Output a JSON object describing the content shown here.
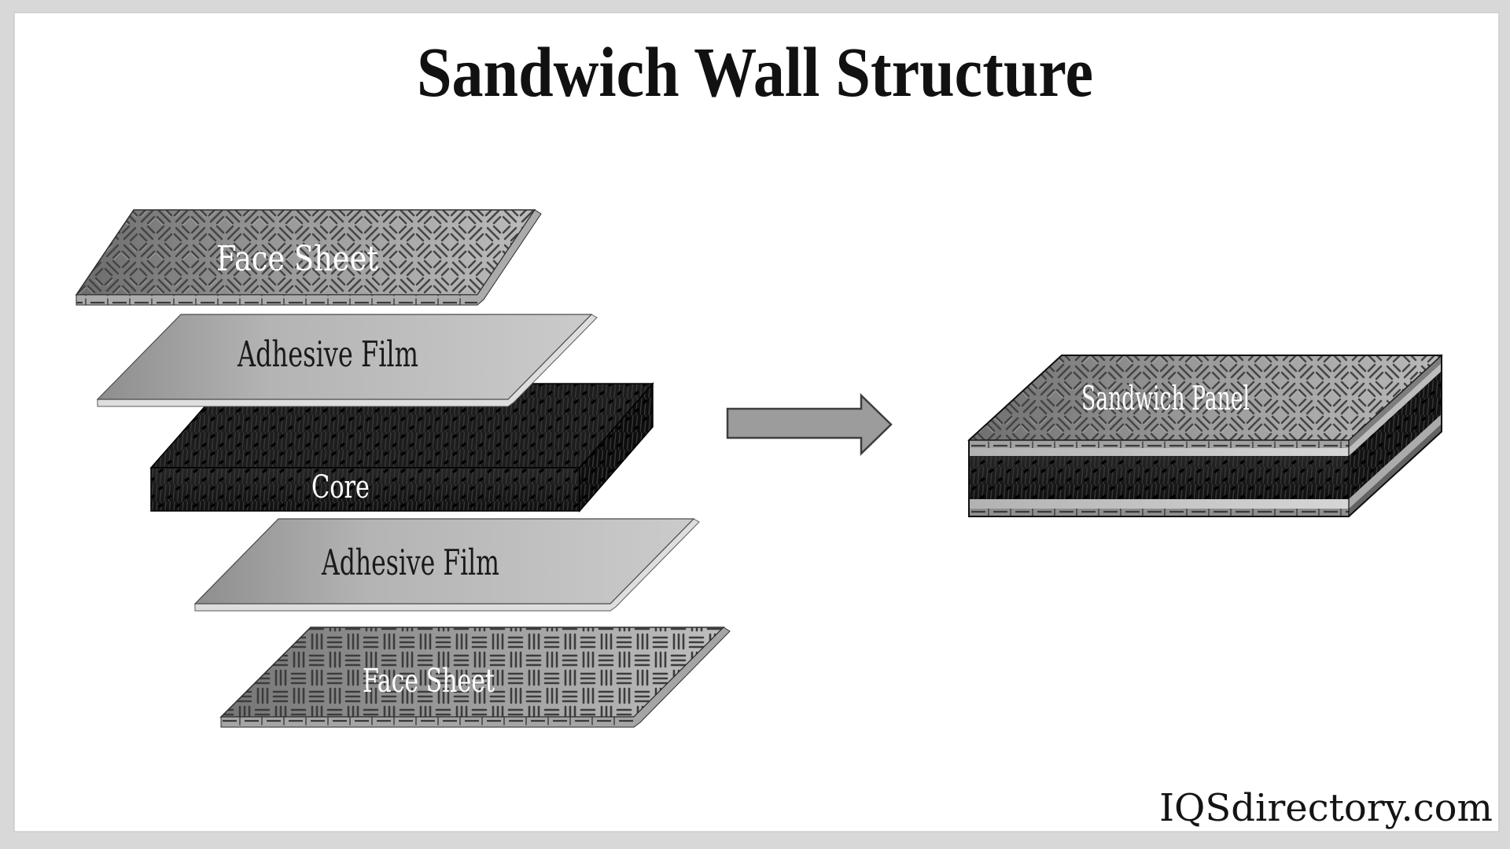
{
  "title": "Sandwich Wall Structure",
  "watermark": "IQSdirectory.com",
  "diagram": {
    "exploded_layers": [
      {
        "id": "face-sheet-top",
        "label": "Face Sheet",
        "texture": "diagonal-basket-weave",
        "label_color": "#ffffff"
      },
      {
        "id": "adhesive-film-top",
        "label": "Adhesive Film",
        "texture": "smooth-gray",
        "label_color": "#1a1a1a"
      },
      {
        "id": "core",
        "label": "Core",
        "texture": "dark-honeycomb",
        "label_color": "#ffffff"
      },
      {
        "id": "adhesive-film-bottom",
        "label": "Adhesive Film",
        "texture": "smooth-gray",
        "label_color": "#1a1a1a"
      },
      {
        "id": "face-sheet-bottom",
        "label": "Face Sheet",
        "texture": "straight-basket-weave",
        "label_color": "#ffffff"
      }
    ],
    "arrow_icon": "right-arrow",
    "result_label": "Sandwich Panel"
  },
  "colors": {
    "page_background": "#d8d8d8",
    "canvas_background": "#ffffff",
    "sheet_gray": "#9a9a9a",
    "adhesive_gray": "#c4c4c4",
    "core_black": "#161616",
    "arrow_gray": "#9c9c9c",
    "text_dark": "#1a1a1a",
    "text_light": "#ffffff"
  }
}
